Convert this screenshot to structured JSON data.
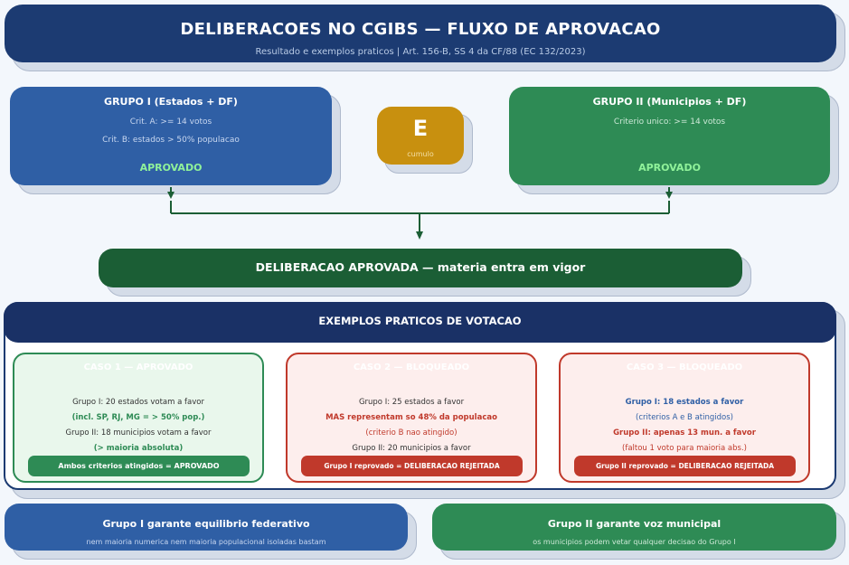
{
  "header": {
    "title": "DELIBERACOES NO CGIBS — FLUXO DE APROVACAO",
    "subtitle": "Resultado e exemplos praticos  |  Art. 156-B, SS 4 da CF/88  (EC 132/2023)"
  },
  "group1": {
    "title": "GRUPO I  (Estados + DF)",
    "crit_a": "Crit. A: >= 14 votos",
    "crit_b": "Crit. B: estados > 50% populacao",
    "status": "APROVADO"
  },
  "group2": {
    "title": "GRUPO II  (Municipios + DF)",
    "crit": "Criterio unico: >= 14 votos",
    "status": "APROVADO"
  },
  "and_node": {
    "letter": "E",
    "label": "cumulo"
  },
  "result": {
    "text": "DELIBERACAO APROVADA — materia entra em vigor"
  },
  "examples": {
    "heading": "EXEMPLOS PRATICOS DE VOTACAO",
    "cases": [
      {
        "title": "CASO 1 — APROVADO",
        "lines": [
          "Grupo I: 20 estados votam a favor",
          "(incl. SP, RJ, MG = > 50% pop.)",
          "Grupo II: 18 municipios votam a favor",
          "(> maioria absoluta)"
        ],
        "result": "Ambos criterios atingidos = APROVADO"
      },
      {
        "title": "CASO 2 — BLOQUEADO",
        "lines": [
          "Grupo I: 25 estados a favor",
          "MAS representam so 48% da populacao",
          "(criterio B nao atingido)",
          "Grupo II: 20 municipios a favor"
        ],
        "result": "Grupo I reprovado = DELIBERACAO REJEITADA"
      },
      {
        "title": "CASO 3 — BLOQUEADO",
        "lines": [
          "Grupo I: 18 estados a favor",
          "(criterios A e B atingidos)",
          "Grupo II: apenas 13 mun. a favor",
          "(faltou 1 voto para maioria abs.)"
        ],
        "result": "Grupo II reprovado = DELIBERACAO REJEITADA"
      }
    ]
  },
  "footer": {
    "left_title": "Grupo I garante equilibrio federativo",
    "left_sub": "nem maioria numerica nem maioria populacional isoladas bastam",
    "right_title": "Grupo II garante voz municipal",
    "right_sub": "os municipios podem vetar qualquer decisao do Grupo I"
  },
  "colors": {
    "navy": "#1c3b72",
    "blue": "#2f5fa5",
    "green": "#2e8b55",
    "dark_green": "#1b5e35",
    "gold": "#c8900f",
    "red": "#c0392b"
  }
}
